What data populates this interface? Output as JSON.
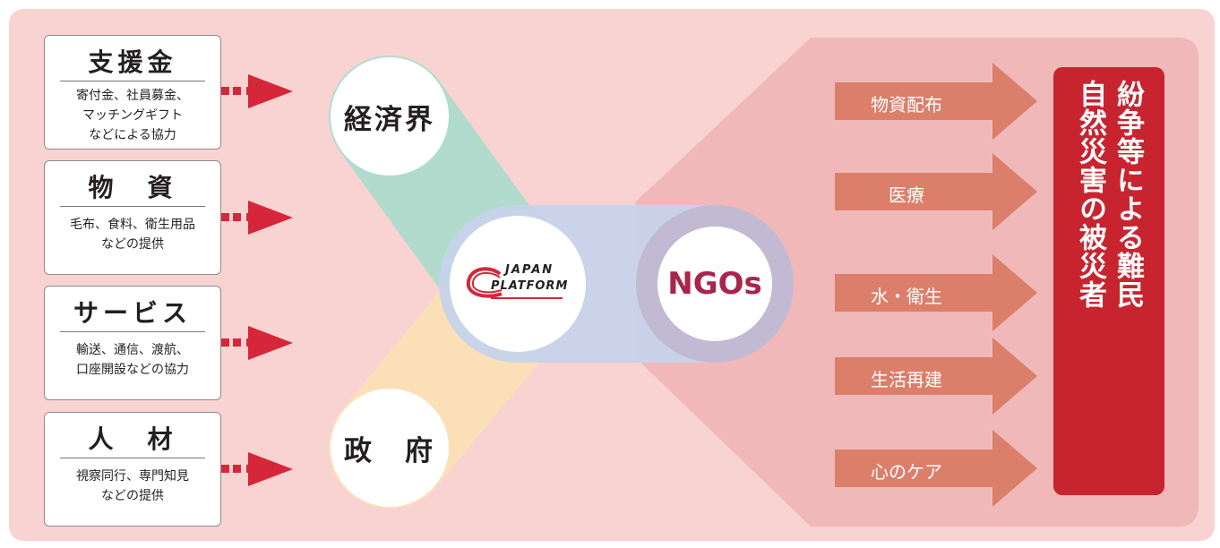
{
  "colors": {
    "background": "#f9d3d2",
    "source_arrow": "#d6263a",
    "green_band": "#b1dccd",
    "yellow_band": "#fbe0b7",
    "blue_band": "#c7d3eb",
    "activity_arrow": "#db7f6b",
    "victim_box": "#c8242f",
    "ngo_text": "#a8264b"
  },
  "sources": [
    {
      "title": "支援金",
      "desc": "寄付金、社員募金、\nマッチングギフト\nなどによる協力",
      "icon": "dotted-arrow-icon"
    },
    {
      "title": "物　資",
      "desc": "毛布、食料、衛生用品\nなどの提供",
      "icon": "dotted-arrow-icon"
    },
    {
      "title": "サービス",
      "desc": "輸送、通信、渡航、\n口座開設などの協力",
      "icon": "dotted-arrow-icon"
    },
    {
      "title": "人　材",
      "desc": "視察同行、専門知見\nなどの提供",
      "icon": "dotted-arrow-icon"
    }
  ],
  "hubs": {
    "business": "経済界",
    "government": "政　府",
    "platform_logo": [
      "JAPAN",
      "PLATFORM"
    ],
    "ngos": "NGOs"
  },
  "activities": [
    "物資配布",
    "医療",
    "水・衛生",
    "生活再建",
    "心のケア"
  ],
  "victims": {
    "line1": "自然災害の被災者",
    "line2": "紛争等による難民"
  }
}
